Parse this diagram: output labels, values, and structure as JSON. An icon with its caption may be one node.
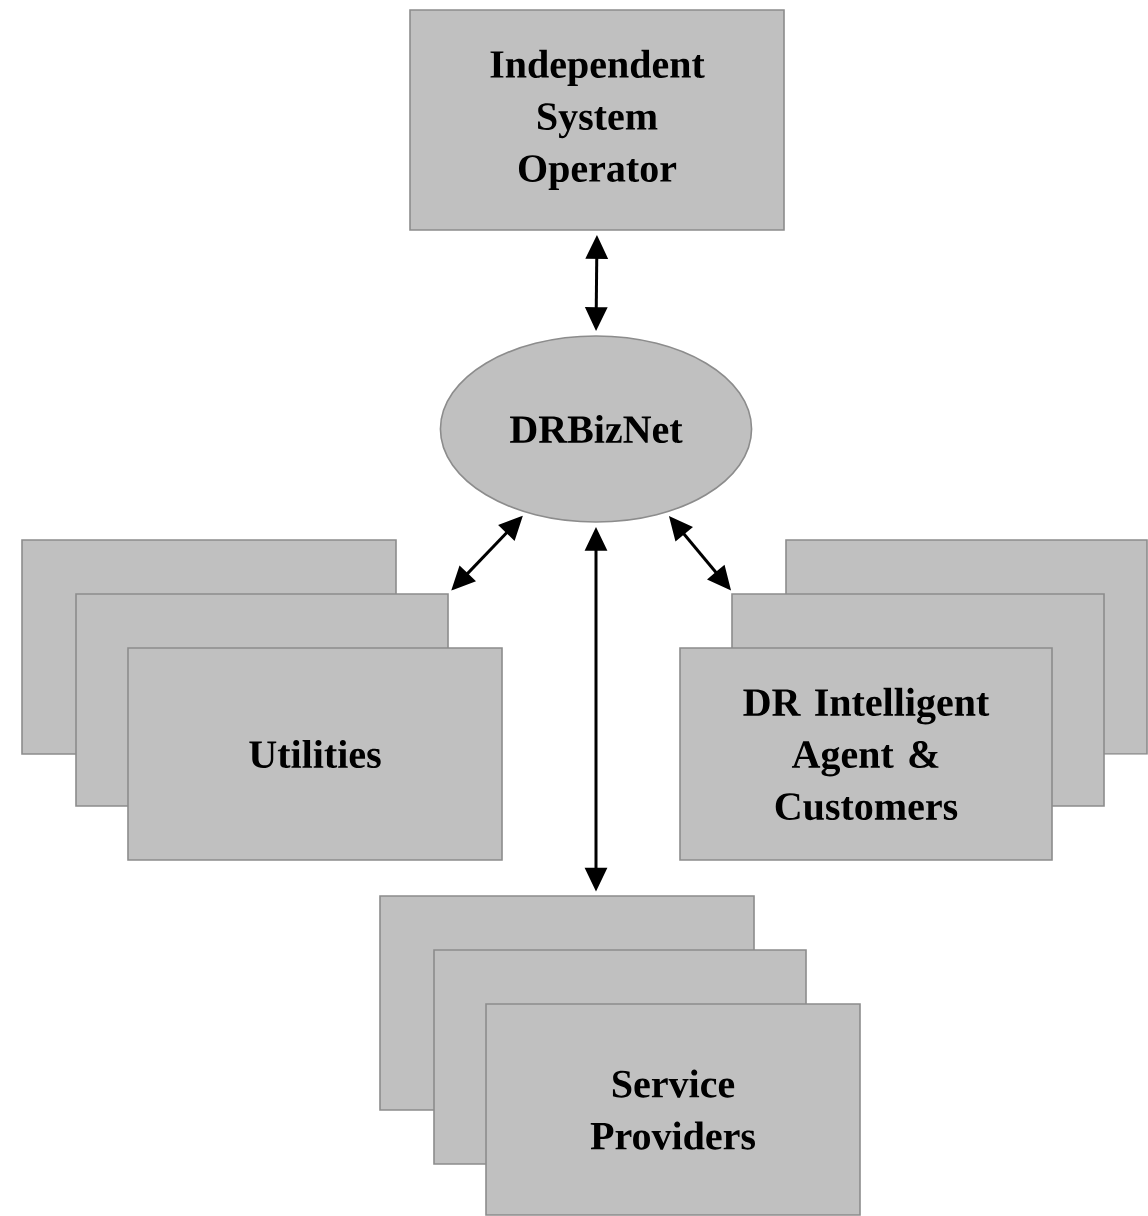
{
  "diagram": {
    "nodes": [
      {
        "text": [
          "Independent System Operator"
        ]
      },
      {
        "text": [
          "DRBizNet"
        ]
      },
      {
        "text": [
          "Utilities"
        ]
      },
      {
        "text": [
          "DR Intelligent Agent & Customers"
        ]
      },
      {
        "text": [
          "Service Providers"
        ]
      }
    ],
    "edges": [
      {
        "from": 0,
        "to": 1,
        "arrow": "both"
      },
      {
        "from": 1,
        "to": 2,
        "arrow": "both"
      },
      {
        "from": 1,
        "to": 4,
        "arrow": "both"
      },
      {
        "from": 1,
        "to": 3,
        "arrow": "both"
      }
    ]
  }
}
